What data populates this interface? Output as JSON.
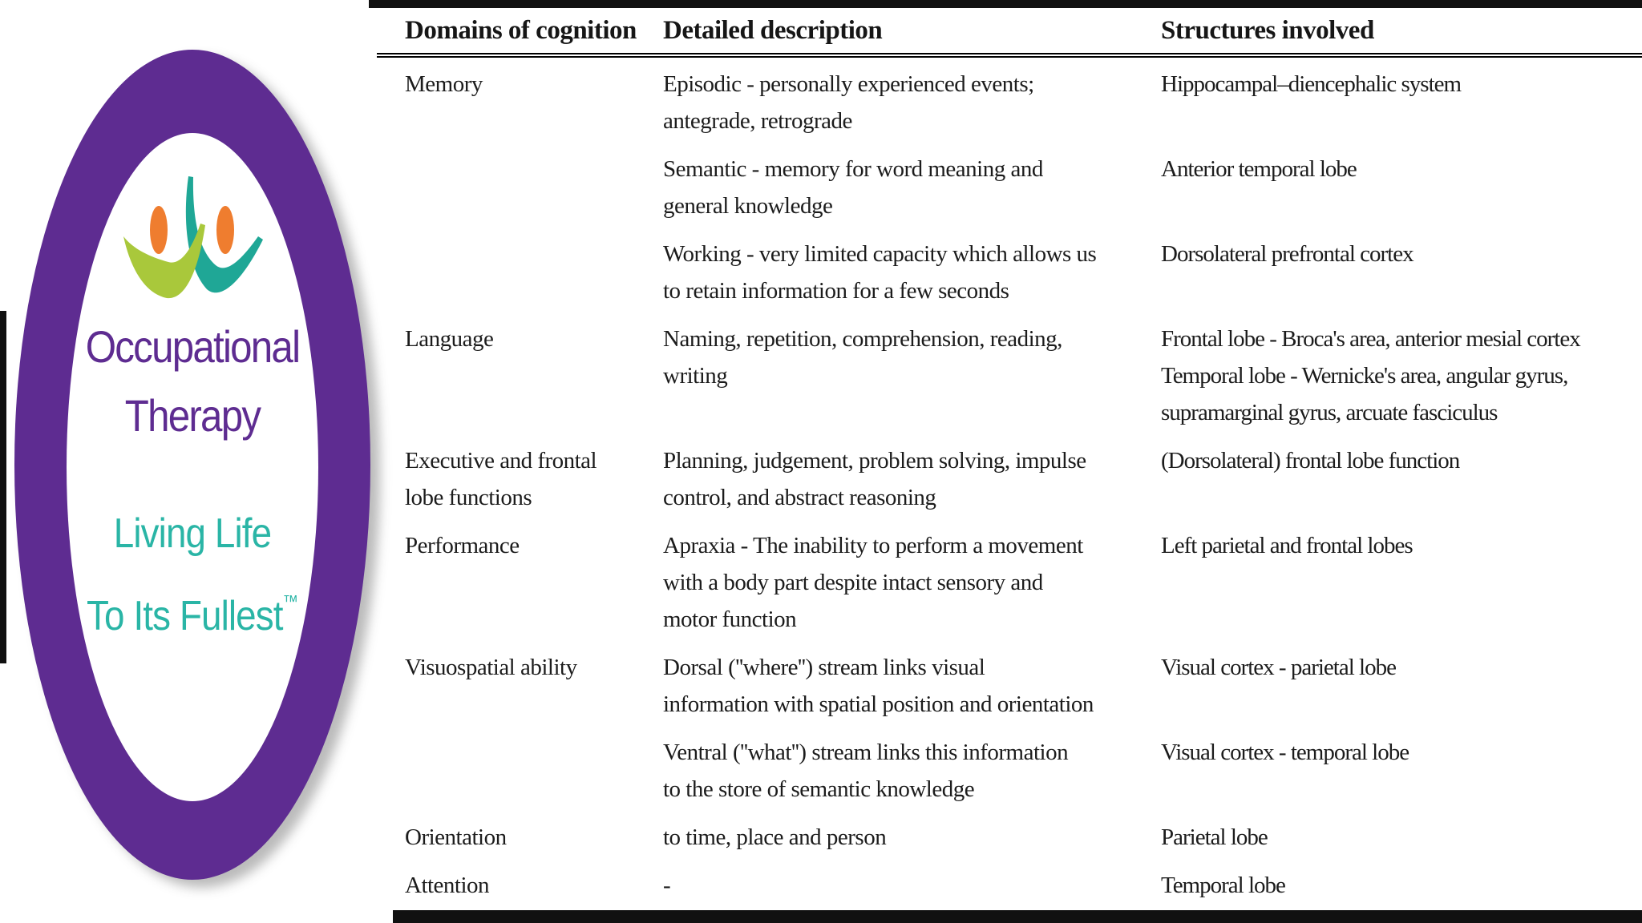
{
  "page": {
    "background": "#ffffff"
  },
  "logo": {
    "title_line1": "Occupational",
    "title_line2": "Therapy",
    "tagline_line1": "Living Life",
    "tagline_line2": "To Its Fullest",
    "trademark": "™",
    "colors": {
      "purple": "#5e2c91",
      "teal_text": "#2ab5a6",
      "lime_swoosh": "#a9c83b",
      "teal_swoosh": "#1fa796",
      "orange_dot": "#ef7d2f"
    }
  },
  "table": {
    "headers": [
      "Domains of cognition",
      "Detailed description",
      "Structures involved"
    ],
    "rows": [
      {
        "domain": "Memory",
        "description": "Episodic - personally experienced events;\nantegrade, retrograde",
        "structures": "Hippocampal–diencephalic system"
      },
      {
        "domain": "",
        "description": "Semantic - memory for word meaning and\ngeneral knowledge",
        "structures": "Anterior temporal lobe"
      },
      {
        "domain": "",
        "description": "Working - very limited capacity which allows us\nto retain information for a few seconds",
        "structures": "Dorsolateral prefrontal cortex"
      },
      {
        "domain": "Language",
        "description": "Naming, repetition, comprehension, reading,\nwriting",
        "structures": "Frontal lobe - Broca's area, anterior mesial cortex\nTemporal lobe - Wernicke's area, angular gyrus,\nsupramarginal gyrus, arcuate fasciculus"
      },
      {
        "domain": "Executive and frontal\nlobe functions",
        "description": "Planning, judgement, problem solving, impulse\ncontrol, and abstract reasoning",
        "structures": "(Dorsolateral) frontal lobe function"
      },
      {
        "domain": "Performance",
        "description": "Apraxia - The inability to perform a movement\nwith a body part despite intact sensory and\nmotor function",
        "structures": "Left parietal and frontal lobes"
      },
      {
        "domain": "Visuospatial ability",
        "description": "Dorsal (''where'') stream links visual\ninformation with spatial position and orientation",
        "structures": "Visual cortex - parietal lobe"
      },
      {
        "domain": "",
        "description": "Ventral (''what'') stream links this information\nto the store of semantic knowledge",
        "structures": "Visual cortex - temporal lobe"
      },
      {
        "domain": "Orientation",
        "description": "to time, place and person",
        "structures": "Parietal lobe"
      },
      {
        "domain": "Attention",
        "description": "-",
        "structures": "Temporal lobe"
      }
    ]
  }
}
